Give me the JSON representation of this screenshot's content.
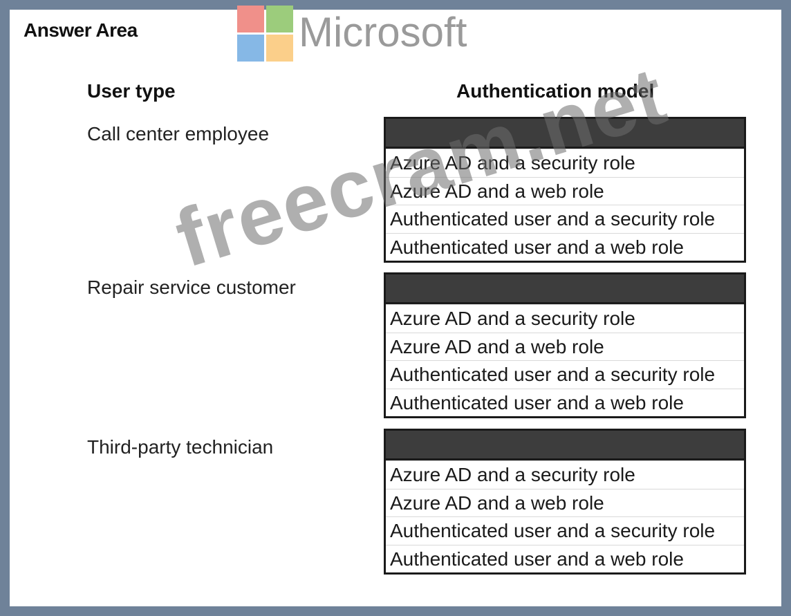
{
  "answer_area_title": "Answer Area",
  "logo": {
    "text": "Microsoft",
    "colors": [
      "#f0908a",
      "#9ccc7c",
      "#86b8e6",
      "#fbcf8a"
    ]
  },
  "headers": {
    "user_type": "User type",
    "auth_model": "Authentication model"
  },
  "rows": [
    {
      "user": "Call center employee",
      "options": [
        "Azure AD and a security role",
        "Azure AD and a web role",
        "Authenticated user and a security role",
        "Authenticated user and a web role"
      ]
    },
    {
      "user": "Repair service customer",
      "options": [
        "Azure AD and a security role",
        "Azure AD and a web role",
        "Authenticated user and a security role",
        "Authenticated user and a web role"
      ]
    },
    {
      "user": "Third-party technician",
      "options": [
        "Azure AD and a security role",
        "Azure AD and a web role",
        "Authenticated user and a security role",
        "Authenticated user and a web role"
      ]
    }
  ],
  "watermark": "freecram.net"
}
